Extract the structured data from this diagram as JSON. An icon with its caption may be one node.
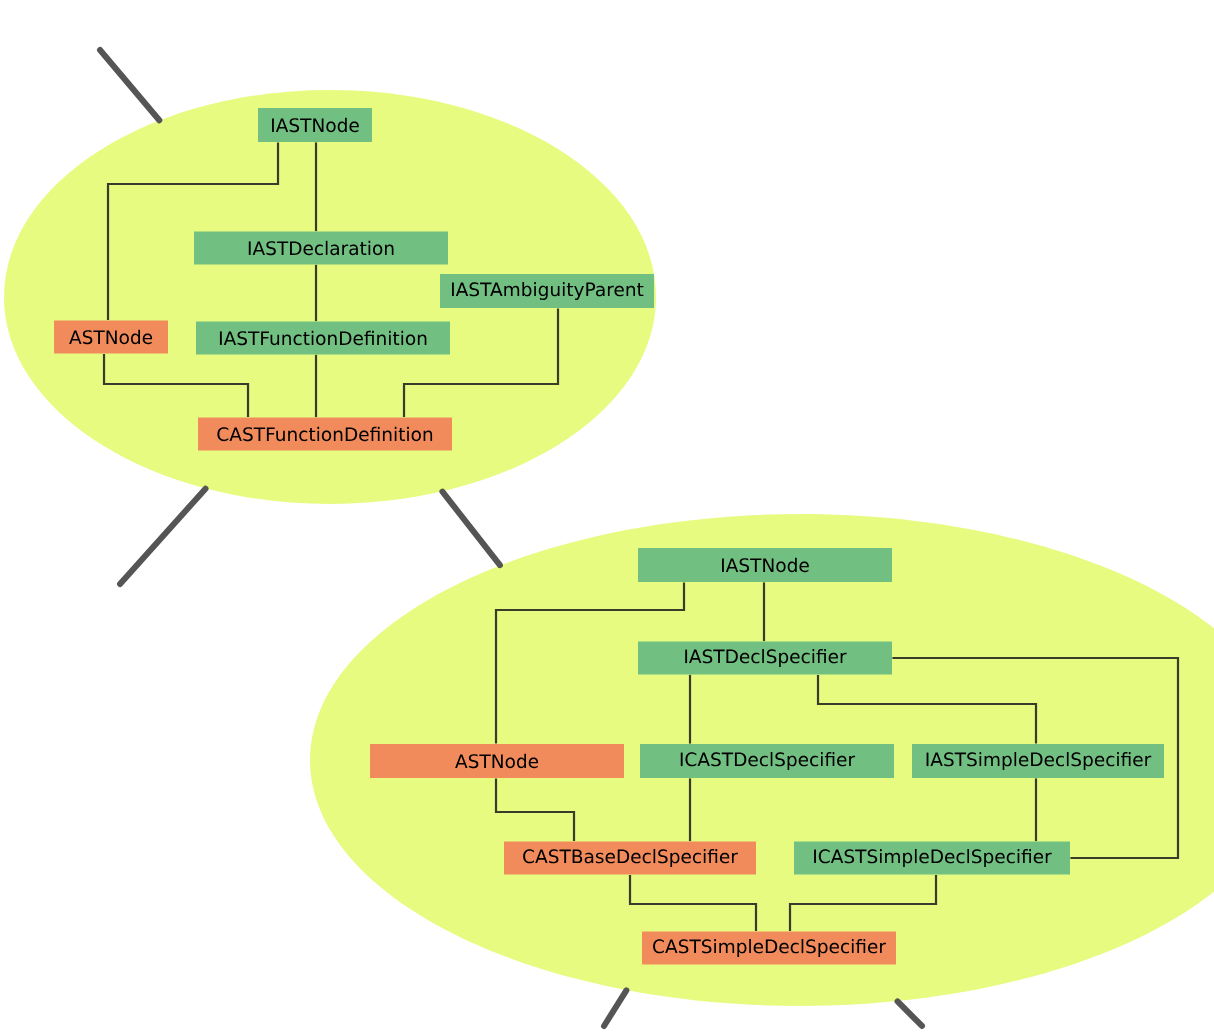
{
  "diagram": {
    "nodes": [
      {
        "text": [],
        "shape": "ellipse"
      },
      {
        "text": [
          "IASTNode"
        ],
        "in": 0
      },
      {
        "text": [
          "IASTDeclaration"
        ],
        "in": 0
      },
      {
        "text": [
          "IASTAmbiguityParent"
        ],
        "in": 0
      },
      {
        "text": [
          "ASTNode"
        ],
        "in": 0
      },
      {
        "text": [
          "IASTFunctionDefinition"
        ],
        "in": 0
      },
      {
        "text": [
          "CASTFunctionDefinition"
        ],
        "in": 0
      },
      {
        "text": [],
        "shape": "ellipse"
      },
      {
        "text": [
          "IASTNode"
        ],
        "in": 7
      },
      {
        "text": [
          "IASTDeclSpecifier"
        ],
        "in": 7
      },
      {
        "text": [
          "ASTNode"
        ],
        "in": 7
      },
      {
        "text": [
          "ICASTDeclSpecifier"
        ],
        "in": 7
      },
      {
        "text": [
          "IASTSimpleDeclSpecifier"
        ],
        "in": 7
      },
      {
        "text": [
          "CASTBaseDeclSpecifier"
        ],
        "in": 7
      },
      {
        "text": [
          "ICASTSimpleDeclSpecifier"
        ],
        "in": 7
      },
      {
        "text": [
          "CASTSimpleDeclSpecifier"
        ],
        "in": 7
      }
    ],
    "edges": [
      {
        "from": null,
        "to": 0,
        "arrow": "none",
        "style": "thick",
        "color": "#555555"
      },
      {
        "from": 0,
        "to": null,
        "arrow": "none",
        "style": "thick",
        "color": "#555555"
      },
      {
        "from": 0,
        "to": 7,
        "arrow": "none",
        "style": "thick",
        "color": "#555555"
      },
      {
        "from": 7,
        "to": null,
        "arrow": "none",
        "style": "thick",
        "color": "#555555"
      },
      {
        "from": 7,
        "to": null,
        "arrow": "none",
        "style": "thick",
        "color": "#555555"
      },
      {
        "from": 1,
        "to": 4,
        "arrow": "none"
      },
      {
        "from": 1,
        "to": 2,
        "arrow": "none"
      },
      {
        "from": 2,
        "to": 5,
        "arrow": "none"
      },
      {
        "from": 4,
        "to": 6,
        "arrow": "none"
      },
      {
        "from": 5,
        "to": 6,
        "arrow": "none"
      },
      {
        "from": 3,
        "to": 6,
        "arrow": "none"
      },
      {
        "from": 8,
        "to": 10,
        "arrow": "none"
      },
      {
        "from": 8,
        "to": 9,
        "arrow": "none"
      },
      {
        "from": 9,
        "to": 11,
        "arrow": "none"
      },
      {
        "from": 9,
        "to": 12,
        "arrow": "none"
      },
      {
        "from": 9,
        "to": 14,
        "arrow": "none"
      },
      {
        "from": 10,
        "to": 13,
        "arrow": "none"
      },
      {
        "from": 11,
        "to": 13,
        "arrow": "none"
      },
      {
        "from": 12,
        "to": 14,
        "arrow": "none"
      },
      {
        "from": 13,
        "to": 15,
        "arrow": "none"
      },
      {
        "from": 14,
        "to": 15,
        "arrow": "none"
      }
    ]
  }
}
